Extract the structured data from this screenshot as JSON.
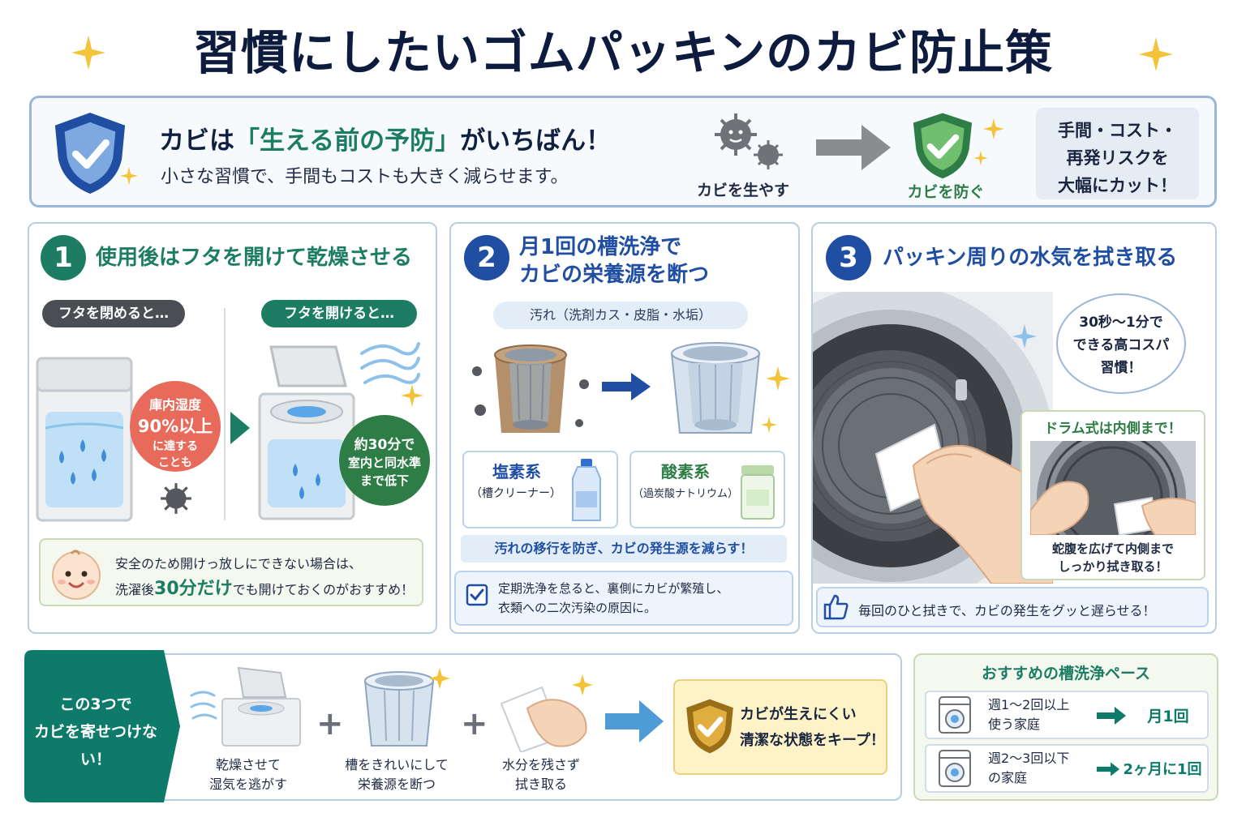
{
  "title": "習慣にしたいゴムパッキンのカビ防止策",
  "banner": {
    "headline_pre": "カビは",
    "headline_highlight": "「生える前の予防」",
    "headline_post": "がいちばん！",
    "subline": "小さな習慣で、手間もコストも大きく減らせます。",
    "mold_label": "カビを生やす",
    "prevent_label": "カビを防ぐ",
    "cut_lines": [
      "手間・コスト・",
      "再発リスクを",
      "大幅にカット！"
    ]
  },
  "section1": {
    "number": "1",
    "title": "使用後はフタを開けて乾燥させる",
    "closed_label": "フタを閉めると…",
    "open_label": "フタを開けると…",
    "humidity_lines": [
      "庫内湿度",
      "90%以上",
      "に達する",
      "ことも"
    ],
    "drop_lines": [
      "約30分で",
      "室内と同水準",
      "まで低下"
    ],
    "note_line1": "安全のため開けっ放しにできない場合は、",
    "note_pre": "洗濯後",
    "note_highlight": "30分だけ",
    "note_post": "でも開けておくのがおすすめ！"
  },
  "section2": {
    "number": "2",
    "title_lines": [
      "月1回の槽洗浄で",
      "カビの栄養源を断つ"
    ],
    "dirt_label": "汚れ（洗剤カス・皮脂・水垢）",
    "cleaner1_name": "塩素系",
    "cleaner1_sub": "（槽クリーナー）",
    "cleaner2_name": "酸素系",
    "cleaner2_sub": "（過炭酸ナトリウム）",
    "banner": "汚れの移行を防ぎ、カビの発生源を減らす！",
    "check_lines": [
      "定期洗浄を怠ると、裏側にカビが繁殖し、",
      "衣類への二次汚染の原因に。"
    ]
  },
  "section3": {
    "number": "3",
    "title": "パッキン周りの水気を拭き取る",
    "bubble_lines": [
      "30秒〜1分で",
      "できる高コスパ",
      "習慣！"
    ],
    "drum_title": "ドラム式は内側まで！",
    "drum_caption": [
      "蛇腹を広げて内側まで",
      "しっかり拭き取る！"
    ],
    "footer": "毎回のひと拭きで、カビの発生をグッと遅らせる！"
  },
  "summary": {
    "lead_lines": [
      "この3つで",
      "カビを寄せつけない！"
    ],
    "step1": [
      "乾燥させて",
      "湿気を逃がす"
    ],
    "step2": [
      "槽をきれいにして",
      "栄養源を断つ"
    ],
    "step3": [
      "水分を残さず",
      "拭き取る"
    ],
    "result_lines": [
      "カビが生えにくい",
      "清潔な状態をキープ！"
    ]
  },
  "pace": {
    "title": "おすすめの槽洗浄ペース",
    "rows": [
      {
        "usage": [
          "週1〜2回以上",
          "使う家庭"
        ],
        "freq": "月1回"
      },
      {
        "usage": [
          "週2〜3回以下",
          "の家庭"
        ],
        "freq": "2ヶ月に1回"
      }
    ]
  },
  "colors": {
    "navy": "#0d1b3e",
    "green": "#1c7d63",
    "blue": "#1f4ea3",
    "red": "#e86a5a",
    "dark_green": "#2e7d46",
    "teal": "#0e7a6a",
    "yellow": "#f3c33a"
  }
}
